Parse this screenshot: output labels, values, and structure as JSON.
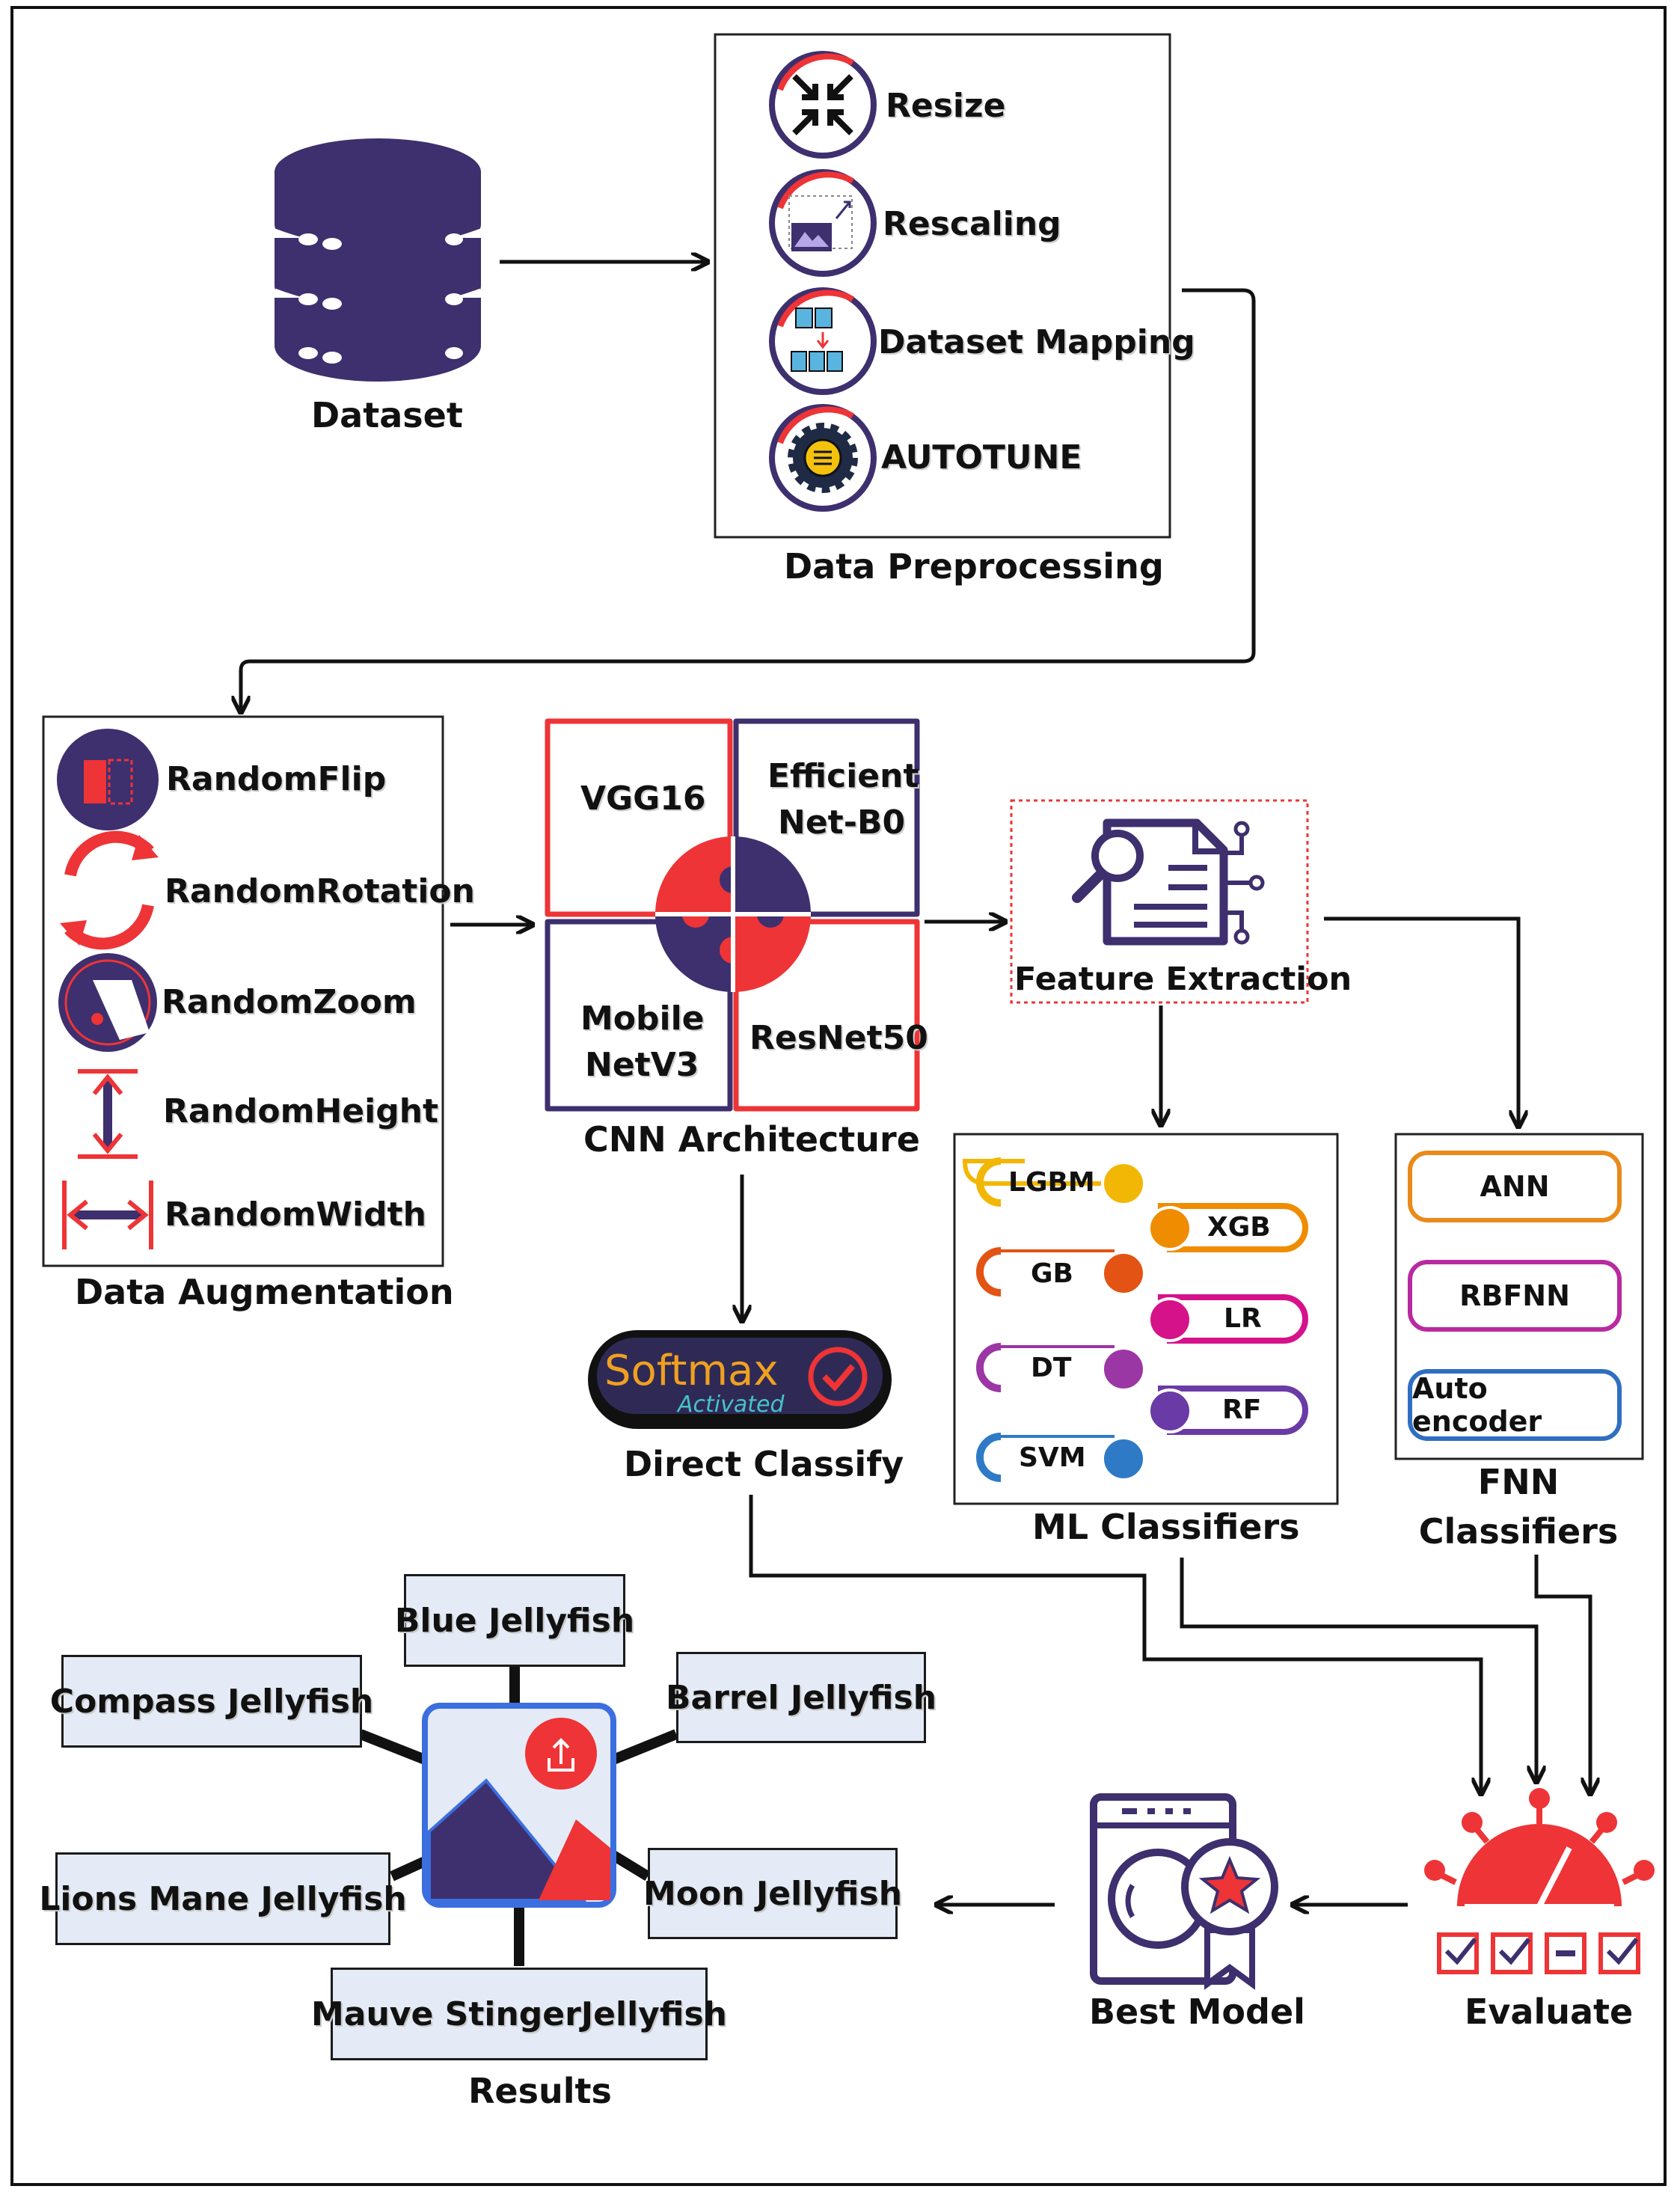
{
  "dataset": {
    "label": "Dataset"
  },
  "preprocessing": {
    "title": "Data Preprocessing",
    "items": [
      {
        "label": "Resize",
        "icon": "resize-arrows-icon"
      },
      {
        "label": "Rescaling",
        "icon": "image-rescale-icon"
      },
      {
        "label": "Dataset Mapping",
        "icon": "database-mapping-icon"
      },
      {
        "label": "AUTOTUNE",
        "icon": "gear-icon"
      }
    ]
  },
  "augmentation": {
    "title": "Data Augmentation",
    "items": [
      {
        "label": "RandomFlip",
        "icon": "flip-icon"
      },
      {
        "label": "RandomRotation",
        "icon": "rotation-icon"
      },
      {
        "label": "RandomZoom",
        "icon": "zoom-icon"
      },
      {
        "label": "RandomHeight",
        "icon": "height-icon"
      },
      {
        "label": "RandomWidth",
        "icon": "width-icon"
      }
    ]
  },
  "cnn": {
    "title": "CNN Architecture",
    "models": {
      "vgg16": "VGG16",
      "efficientnet_1": "Efficient",
      "efficientnet_2": "Net-B0",
      "mobilenet_1": "Mobile",
      "mobilenet_2": "NetV3",
      "resnet50": "ResNet50"
    }
  },
  "feature_extraction": {
    "label": "Feature Extraction"
  },
  "softmax": {
    "main": "Softmax",
    "sub": "Activated",
    "caption": "Direct Classify"
  },
  "ml": {
    "title": "ML Classifiers",
    "left": [
      "LGBM",
      "GB",
      "DT",
      "SVM"
    ],
    "right": [
      "XGB",
      "LR",
      "RF"
    ],
    "colors": {
      "LGBM": "#f2b705",
      "XGB": "#f08c00",
      "GB": "#e25314",
      "LR": "#d6128a",
      "DT": "#9b36a5",
      "RF": "#6a3aa6",
      "SVM": "#2e7ac7"
    }
  },
  "fnn": {
    "title_1": "FNN",
    "title_2": "Classifiers",
    "items": [
      {
        "label": "ANN",
        "color": "#e98a1a"
      },
      {
        "label": "RBFNN",
        "color": "#b82aa0"
      },
      {
        "label": "Auto encoder",
        "color": "#2f6fc2"
      }
    ]
  },
  "evaluate": {
    "label": "Evaluate"
  },
  "best_model": {
    "label": "Best Model"
  },
  "results": {
    "title": "Results",
    "classes": {
      "blue": "Blue Jellyfish",
      "compass": "Compass Jellyfish",
      "barrel": "Barrel Jellyfish",
      "lions_mane": "Lions Mane Jellyfish",
      "moon": "Moon Jellyfish",
      "mauve": "Mauve StingerJellyfish"
    }
  },
  "palette": {
    "purple": "#3e2f6e",
    "red": "#ee3436",
    "dark": "#111111"
  }
}
